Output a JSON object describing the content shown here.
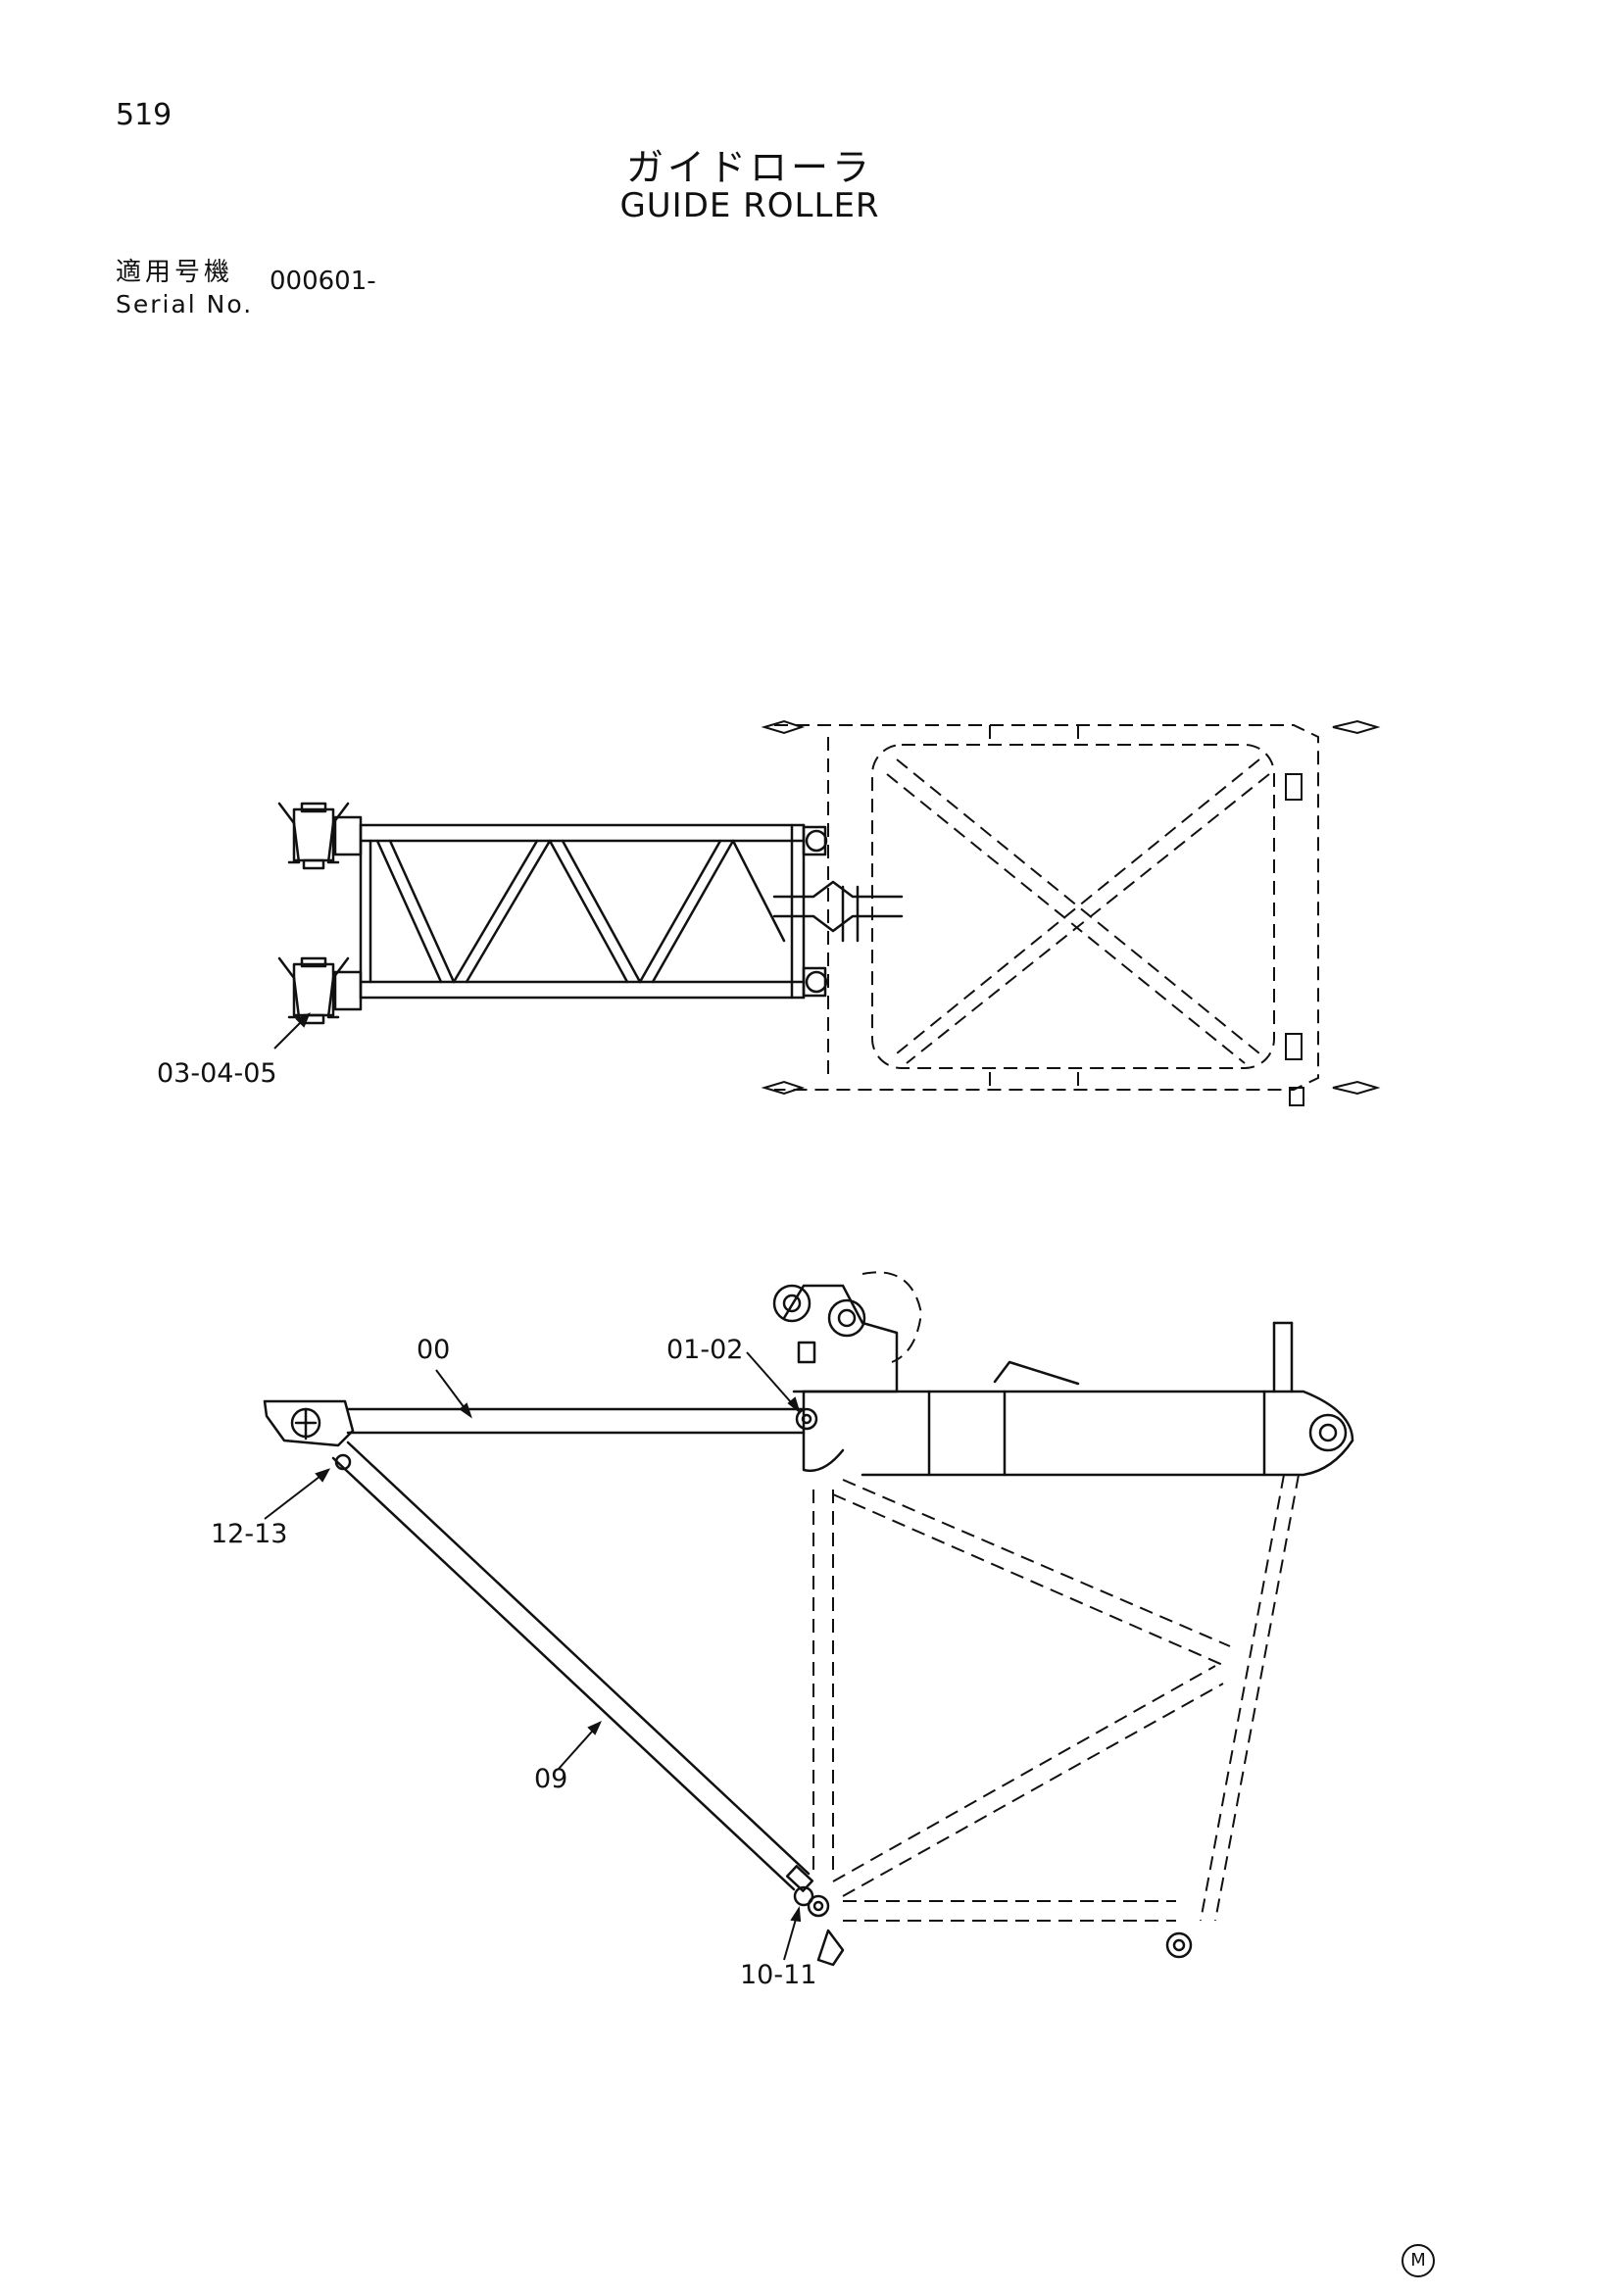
{
  "page": {
    "number": "519",
    "title_jp": "ガイドローラ",
    "title_en": "GUIDE ROLLER",
    "serial_label_jp": "適用号機",
    "serial_label_en": "Serial No.",
    "serial_value": "000601-"
  },
  "callouts": {
    "top_view": "03-04-05",
    "arm": "00",
    "pin_top": "01-02",
    "pin_roller": "12-13",
    "strut": "09",
    "pin_bottom": "10-11"
  },
  "mark": "M"
}
